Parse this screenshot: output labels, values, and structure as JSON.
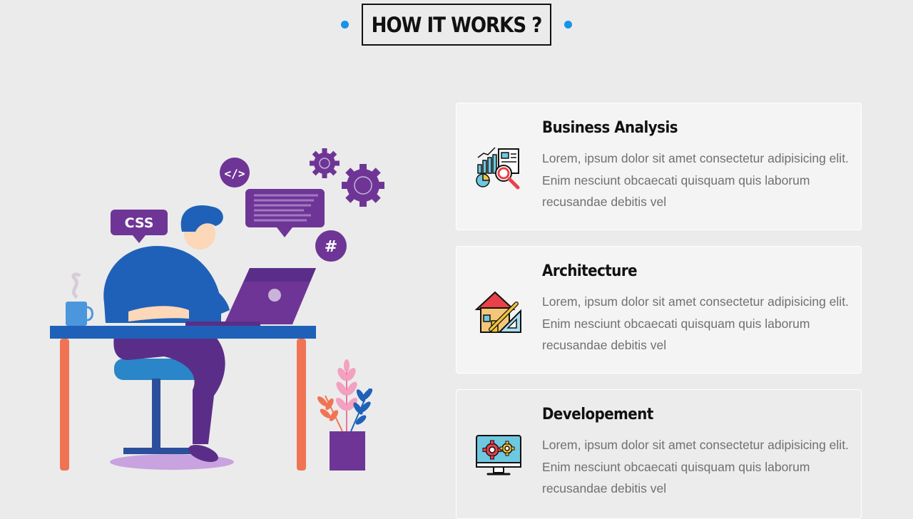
{
  "section": {
    "title": "HOW IT WORKS ?"
  },
  "illustration": {
    "css_tag": "CSS",
    "code_tag": "</>",
    "hash_tag": "#"
  },
  "features": [
    {
      "title": "Business Analysis",
      "description": "Lorem, ipsum dolor sit amet consectetur adipisicing elit. Enim nesciunt obcaecati quisquam quis laborum recusandae debitis vel",
      "icon": "business-analysis-icon"
    },
    {
      "title": "Architecture",
      "description": "Lorem, ipsum dolor sit amet consectetur adipisicing elit. Enim nesciunt obcaecati quisquam quis laborum recusandae debitis vel",
      "icon": "architecture-icon"
    },
    {
      "title": "Developement",
      "description": "Lorem, ipsum dolor sit amet consectetur adipisicing elit. Enim nesciunt obcaecati quisquam quis laborum recusandae debitis vel",
      "icon": "development-icon"
    }
  ],
  "colors": {
    "accent": "#1793e8",
    "purple": "#6e3596",
    "blue": "#1f61b8"
  }
}
